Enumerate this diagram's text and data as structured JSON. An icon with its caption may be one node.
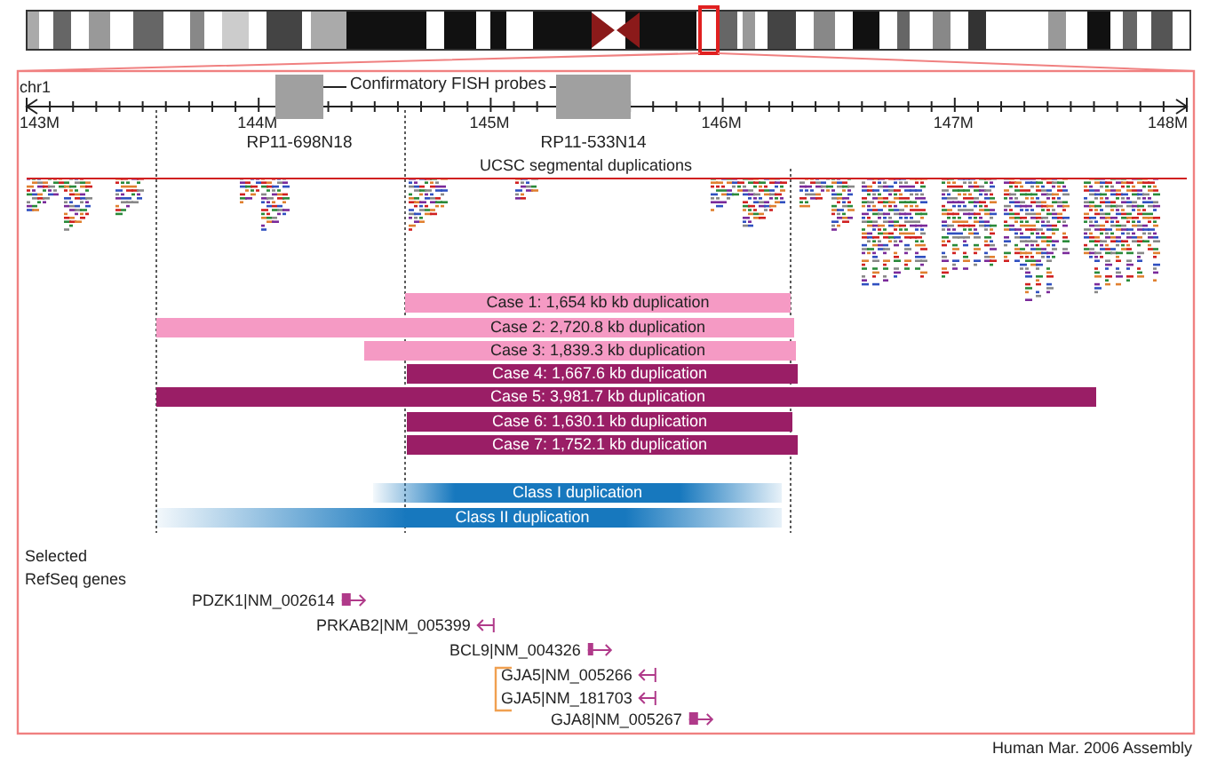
{
  "diagram": {
    "caption": "Human Mar. 2006 Assembly",
    "nodes": [
      {
        "text": [
          "RP11-698N18"
        ]
      },
      {
        "text": [
          "Confirmatory FISH probes"
        ]
      },
      {
        "text": [
          "RP11-533N14"
        ]
      },
      {
        "text": [
          "Case 1: 1,654 kb kb duplication"
        ]
      },
      {
        "text": [
          "Case 2: 2,720.8 kb duplication"
        ]
      },
      {
        "text": [
          "Case 3: 1,839.3 kb duplication"
        ]
      },
      {
        "text": [
          "Case 4: 1,667.6 kb duplication"
        ]
      },
      {
        "text": [
          "Case 5: 3,981.7 kb duplication"
        ]
      },
      {
        "text": [
          "Case 6: 1,630.1 kb duplication"
        ]
      },
      {
        "text": [
          "Case 7: 1,752.1 kb duplication"
        ]
      },
      {
        "text": [
          "Class I duplication"
        ]
      },
      {
        "text": [
          "Class II duplication"
        ]
      }
    ],
    "edges": [
      {
        "from": 1,
        "to": 0,
        "arrow": "none"
      },
      {
        "from": 1,
        "to": 2,
        "arrow": "none"
      }
    ],
    "labels": [
      "chr1",
      "143M",
      "144M",
      "145M",
      "146M",
      "147M",
      "148M",
      "UCSC segmental duplications",
      "Selected RefSeq genes",
      "PDZK1|NM_002614",
      "PRKAB2|NM_005399",
      "BCL9|NM_004326",
      "GJA5|NM_005266",
      "GJA5|NM_181703",
      "GJA8|NM_005267"
    ]
  }
}
